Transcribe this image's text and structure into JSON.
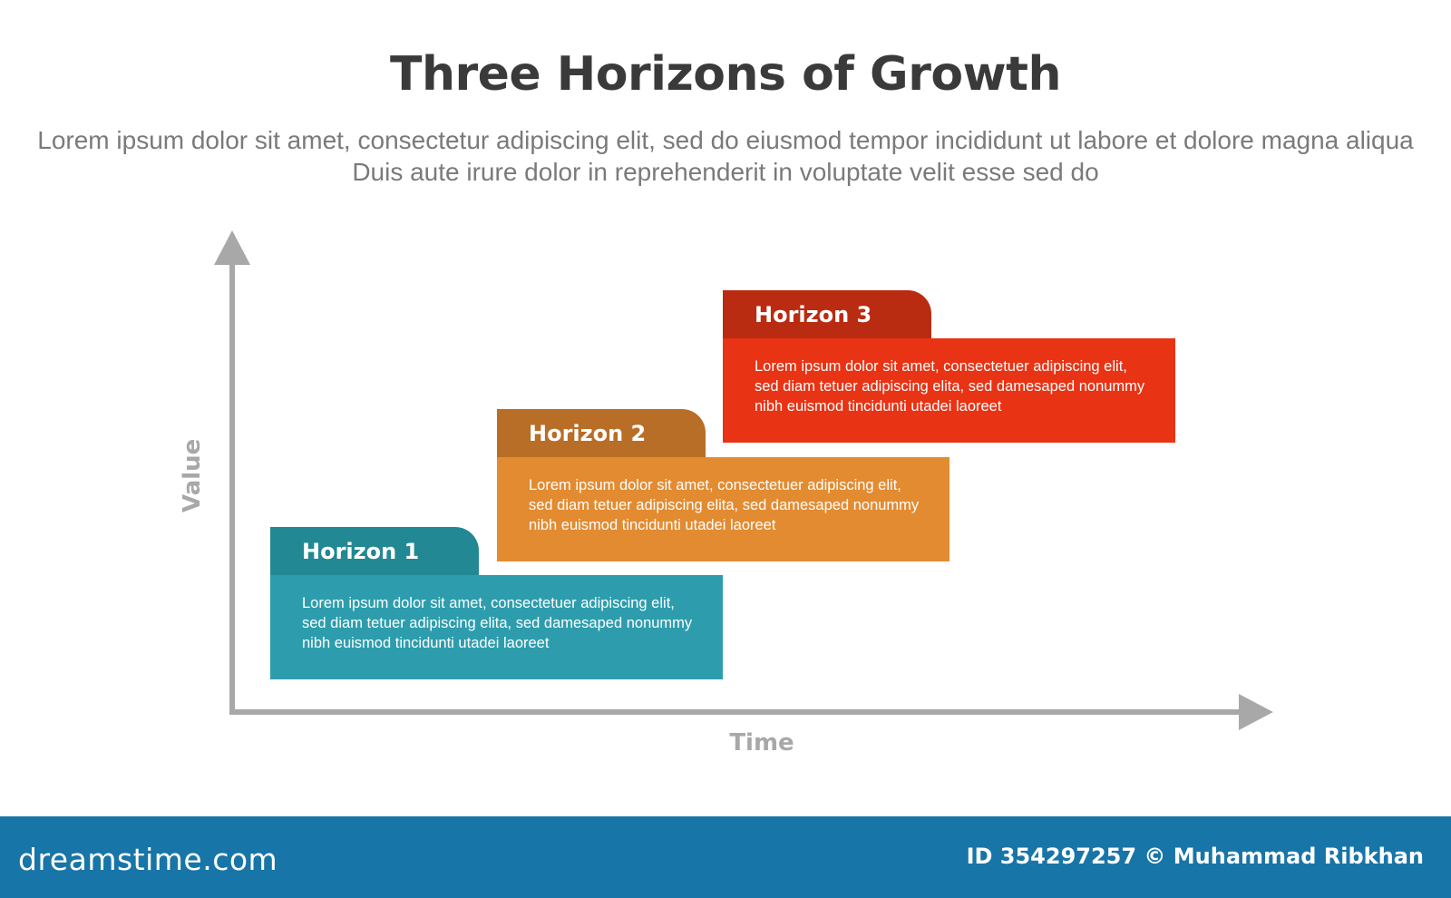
{
  "title": "Three Horizons of Growth",
  "subtitle": "Lorem ipsum dolor sit amet, consectetur adipiscing elit, sed do eiusmod tempor incididunt ut labore et dolore magna aliqua Duis aute irure dolor in reprehenderit in voluptate velit esse sed do",
  "axes": {
    "y_label": "Value",
    "x_label": "Time",
    "color": "#a8a8a8"
  },
  "horizons": [
    {
      "label": "Horizon 1",
      "text": "Lorem ipsum dolor sit amet, consectetuer adipiscing elit, sed diam tetuer adipiscing elita, sed damesaped nonummy nibh euismod tincidunti utadei laoreet",
      "tab_color": "#228893",
      "box_color": "#2d9dad"
    },
    {
      "label": "Horizon 2",
      "text": "Lorem ipsum dolor sit amet, consectetuer adipiscing elit, sed diam tetuer adipiscing elita, sed damesaped nonummy nibh euismod tincidunti utadei laoreet",
      "tab_color": "#b86e26",
      "box_color": "#e38b31"
    },
    {
      "label": "Horizon 3",
      "text": "Lorem ipsum dolor sit amet, consectetuer adipiscing elit, sed diam tetuer adipiscing elita, sed damesaped nonummy nibh euismod tincidunti utadei laoreet",
      "tab_color": "#b92c11",
      "box_color": "#e83314"
    }
  ],
  "footer": {
    "logo": "dreamstime.com",
    "id_credit": "ID 354297257 © Muhammad Ribkhan",
    "color": "#1775a8"
  }
}
